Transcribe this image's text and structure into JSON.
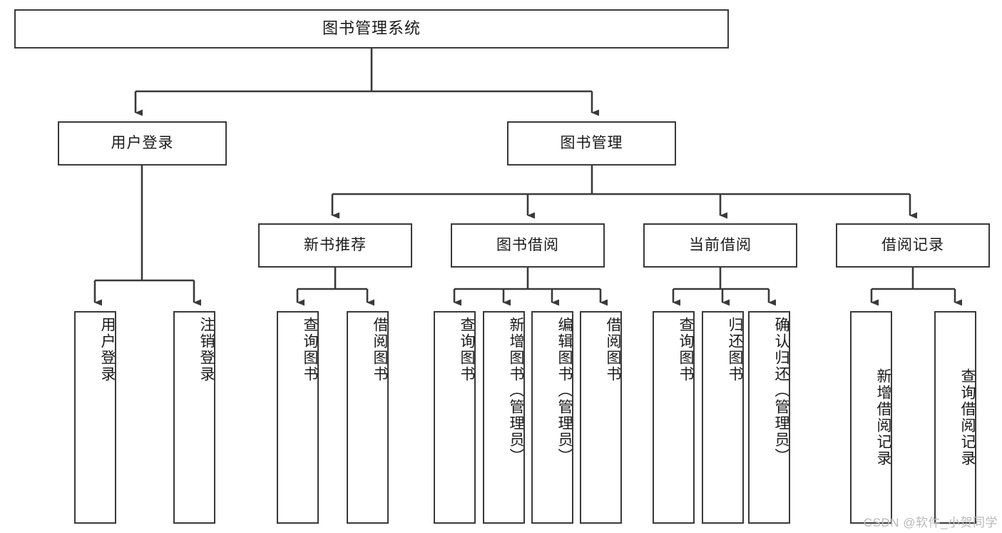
{
  "diagram": {
    "type": "tree-hierarchy-chart",
    "title": "图书管理系统",
    "orientation": "top-down",
    "colors": {
      "box_border": "#3a3a3a",
      "box_fill": "#ffffff",
      "connector": "#3a3a3a",
      "text": "#1a1a1a",
      "watermark": "#b9b9b9",
      "background": "#ffffff"
    }
  },
  "root": {
    "label": "图书管理系统"
  },
  "level2": [
    {
      "label": "用户登录"
    },
    {
      "label": "图书管理"
    }
  ],
  "level3": [
    {
      "label": "新书推荐"
    },
    {
      "label": "图书借阅"
    },
    {
      "label": "当前借阅"
    },
    {
      "label": "借阅记录"
    }
  ],
  "leaves": {
    "user_login": [
      {
        "label": "用户登录"
      },
      {
        "label": "注销登录"
      }
    ],
    "new_book_recommend": [
      {
        "label": "查询图书"
      },
      {
        "label": "借阅图书"
      }
    ],
    "book_borrow": [
      {
        "label": "查询图书"
      },
      {
        "label": "新增图书（管理员）"
      },
      {
        "label": "编辑图书（管理员）"
      },
      {
        "label": "借阅图书"
      }
    ],
    "current_borrow": [
      {
        "label": "查询图书"
      },
      {
        "label": "归还图书"
      },
      {
        "label": "确认归还（管理员）"
      }
    ],
    "borrow_record": [
      {
        "label": "新增借阅记录"
      },
      {
        "label": "查询借阅记录"
      }
    ]
  },
  "watermark": {
    "text": "CSDN @软件_小贺同学"
  }
}
